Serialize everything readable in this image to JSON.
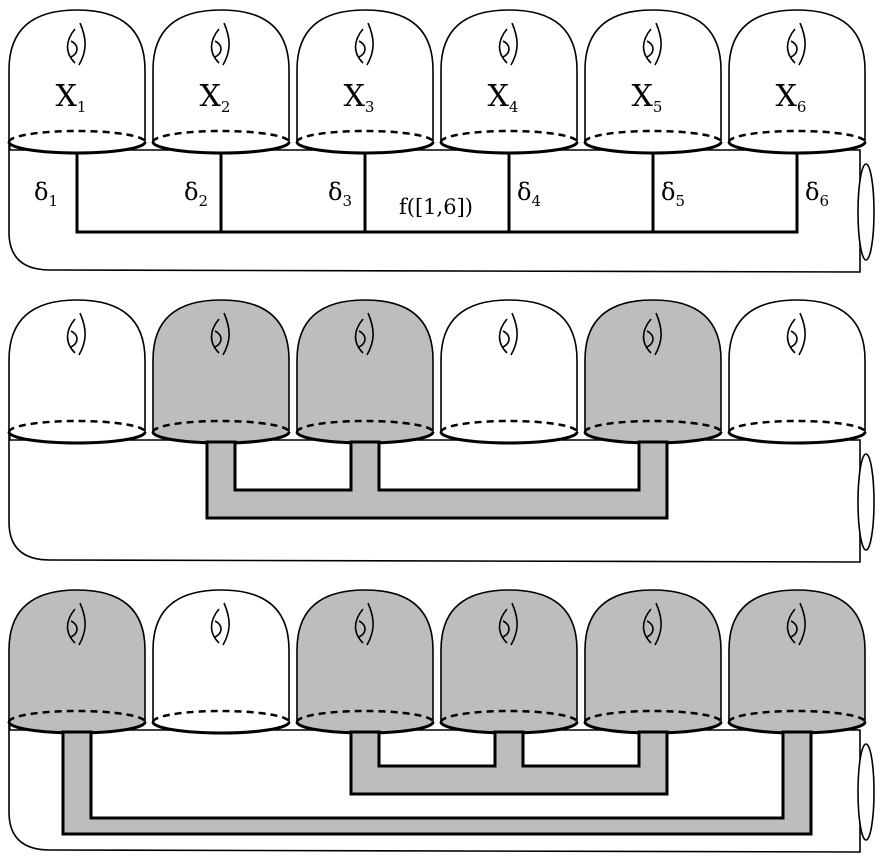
{
  "panels": [
    {
      "id": "panel-1",
      "shaded": [
        false,
        false,
        false,
        false,
        false,
        false
      ],
      "lobe_labels": [
        {
          "base": "X",
          "sub": "1"
        },
        {
          "base": "X",
          "sub": "2"
        },
        {
          "base": "X",
          "sub": "3"
        },
        {
          "base": "X",
          "sub": "4"
        },
        {
          "base": "X",
          "sub": "5"
        },
        {
          "base": "X",
          "sub": "6"
        }
      ],
      "delta_labels": [
        {
          "base": "δ",
          "sub": "1"
        },
        {
          "base": "δ",
          "sub": "2"
        },
        {
          "base": "δ",
          "sub": "3"
        },
        {
          "base": "δ",
          "sub": "4"
        },
        {
          "base": "δ",
          "sub": "5"
        },
        {
          "base": "δ",
          "sub": "6"
        }
      ],
      "graph_label": "f([1,6])"
    },
    {
      "id": "panel-2",
      "shaded": [
        false,
        true,
        true,
        false,
        true,
        false
      ]
    },
    {
      "id": "panel-3",
      "shaded": [
        true,
        false,
        true,
        true,
        true,
        true
      ]
    }
  ]
}
